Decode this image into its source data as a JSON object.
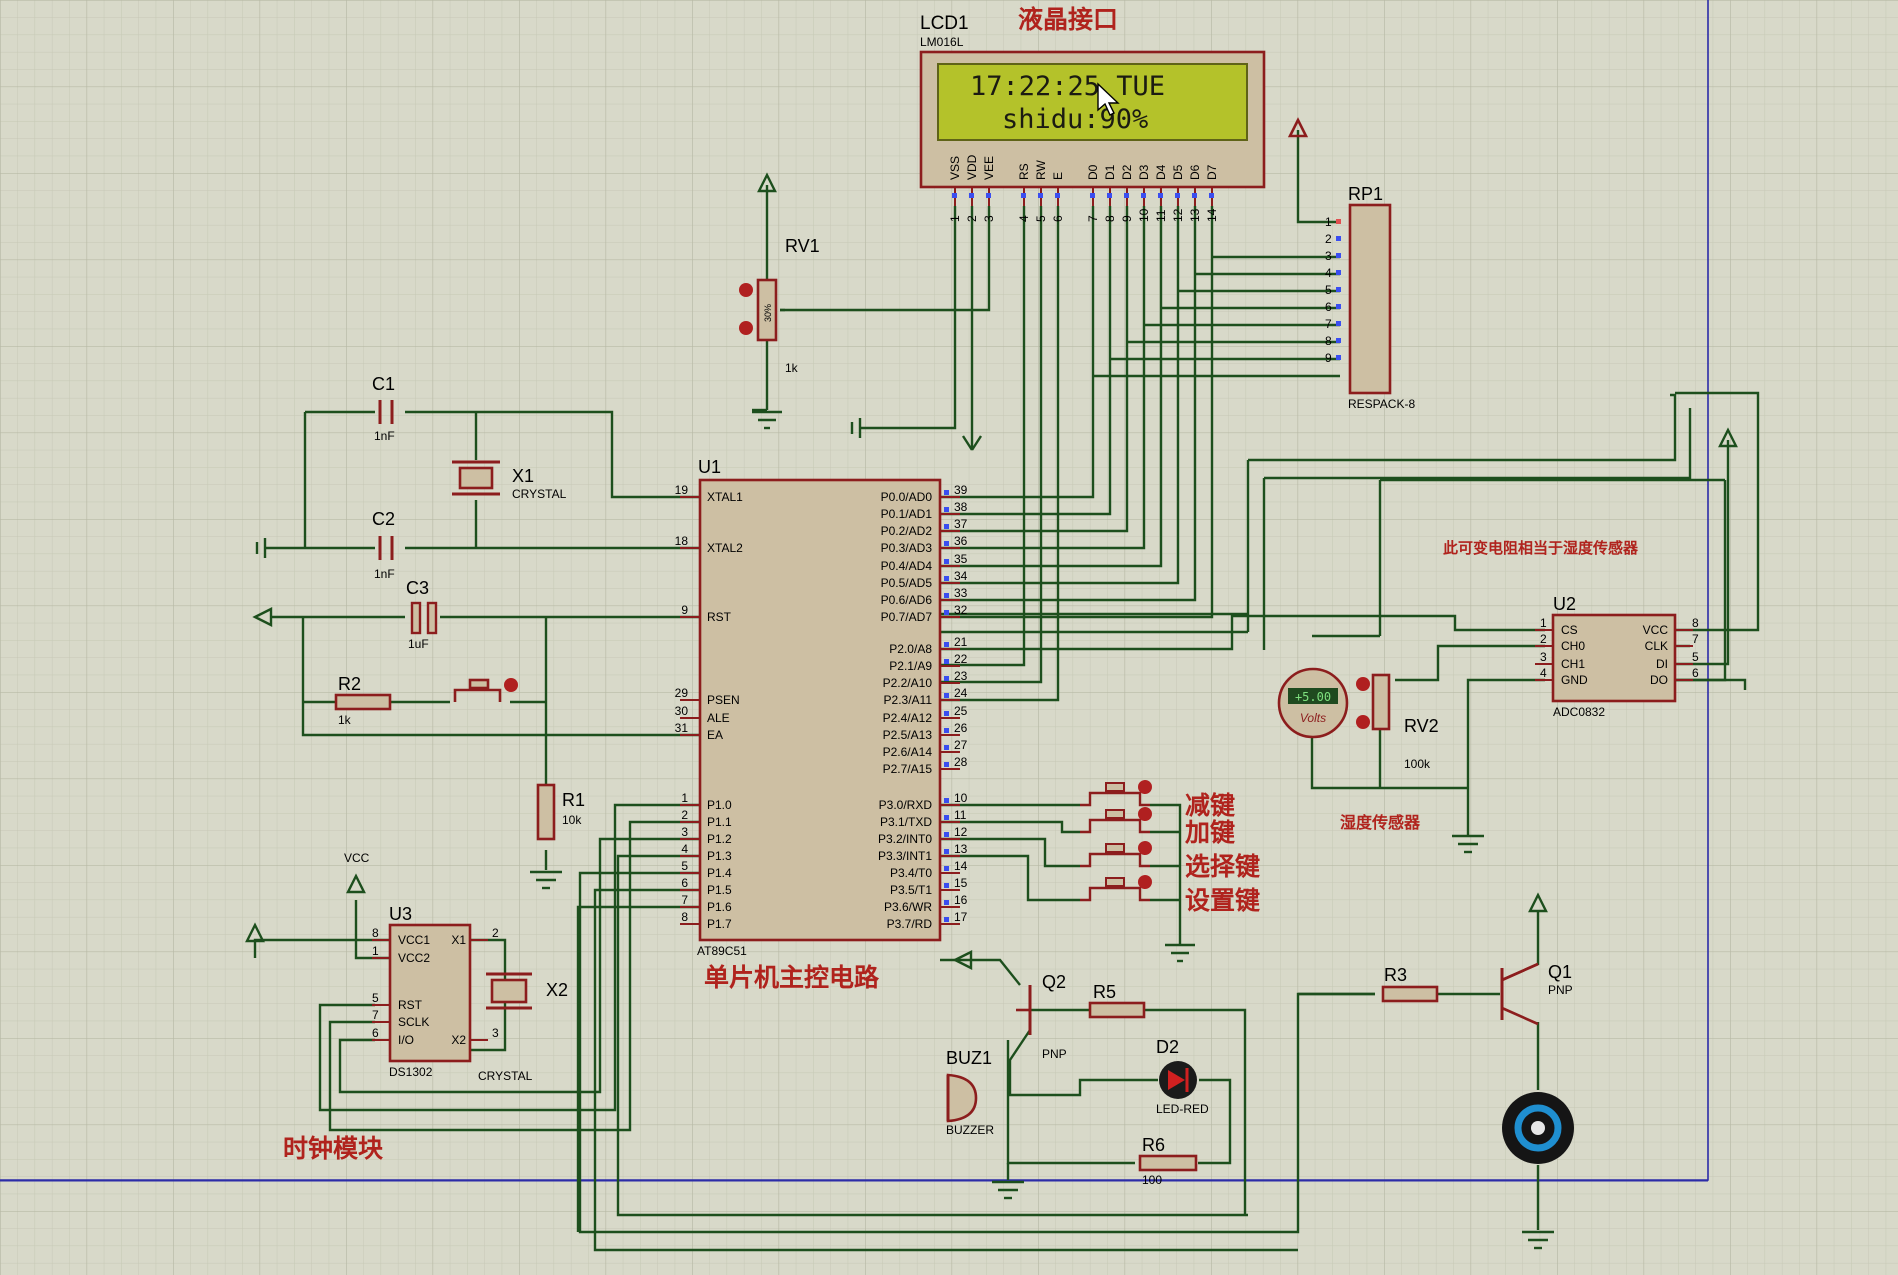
{
  "colors": {
    "background": "#d8d9c9",
    "grid": "#c4c6b2",
    "wire": "#1d4f1d",
    "part_outline": "#8c1d1d",
    "part_fill": "#cdbfa3",
    "label_red": "#b0231d",
    "lcd_screen": "#b4c22a",
    "border_blue": "#2c2ca8"
  },
  "lcd": {
    "ref": "LCD1",
    "model": "LM016L",
    "title": "液晶接口",
    "line1": "17:22:25   TUE",
    "line2": "shidu:90%",
    "pins": [
      "VSS",
      "VDD",
      "VEE",
      "RS",
      "RW",
      "E",
      "D0",
      "D1",
      "D2",
      "D3",
      "D4",
      "D5",
      "D6",
      "D7"
    ],
    "pin_numbers": [
      "1",
      "2",
      "3",
      "4",
      "5",
      "6",
      "7",
      "8",
      "9",
      "10",
      "11",
      "12",
      "13",
      "14"
    ]
  },
  "rv1": {
    "ref": "RV1",
    "value": "1k",
    "percent": "30%"
  },
  "rp1": {
    "ref": "RP1",
    "model": "RESPACK-8",
    "pins": [
      "1",
      "2",
      "3",
      "4",
      "5",
      "6",
      "7",
      "8",
      "9"
    ]
  },
  "c1": {
    "ref": "C1",
    "value": "1nF"
  },
  "c2": {
    "ref": "C2",
    "value": "1nF"
  },
  "c3": {
    "ref": "C3",
    "value": "1uF"
  },
  "x1": {
    "ref": "X1",
    "model": "CRYSTAL"
  },
  "r1": {
    "ref": "R1",
    "value": "10k"
  },
  "r2": {
    "ref": "R2",
    "value": "1k"
  },
  "u1": {
    "ref": "U1",
    "model": "AT89C51",
    "title": "单片机主控电路",
    "left_pins": [
      {
        "num": "19",
        "name": "XTAL1"
      },
      {
        "num": "18",
        "name": "XTAL2"
      },
      {
        "num": "9",
        "name": "RST"
      },
      {
        "num": "29",
        "name": "PSEN"
      },
      {
        "num": "30",
        "name": "ALE"
      },
      {
        "num": "31",
        "name": "EA"
      },
      {
        "num": "1",
        "name": "P1.0"
      },
      {
        "num": "2",
        "name": "P1.1"
      },
      {
        "num": "3",
        "name": "P1.2"
      },
      {
        "num": "4",
        "name": "P1.3"
      },
      {
        "num": "5",
        "name": "P1.4"
      },
      {
        "num": "6",
        "name": "P1.5"
      },
      {
        "num": "7",
        "name": "P1.6"
      },
      {
        "num": "8",
        "name": "P1.7"
      }
    ],
    "right_pins": [
      {
        "num": "39",
        "name": "P0.0/AD0"
      },
      {
        "num": "38",
        "name": "P0.1/AD1"
      },
      {
        "num": "37",
        "name": "P0.2/AD2"
      },
      {
        "num": "36",
        "name": "P0.3/AD3"
      },
      {
        "num": "35",
        "name": "P0.4/AD4"
      },
      {
        "num": "34",
        "name": "P0.5/AD5"
      },
      {
        "num": "33",
        "name": "P0.6/AD6"
      },
      {
        "num": "32",
        "name": "P0.7/AD7"
      },
      {
        "num": "21",
        "name": "P2.0/A8"
      },
      {
        "num": "22",
        "name": "P2.1/A9"
      },
      {
        "num": "23",
        "name": "P2.2/A10"
      },
      {
        "num": "24",
        "name": "P2.3/A11"
      },
      {
        "num": "25",
        "name": "P2.4/A12"
      },
      {
        "num": "26",
        "name": "P2.5/A13"
      },
      {
        "num": "27",
        "name": "P2.6/A14"
      },
      {
        "num": "28",
        "name": "P2.7/A15"
      },
      {
        "num": "10",
        "name": "P3.0/RXD"
      },
      {
        "num": "11",
        "name": "P3.1/TXD"
      },
      {
        "num": "12",
        "name": "P3.2/INT0"
      },
      {
        "num": "13",
        "name": "P3.3/INT1"
      },
      {
        "num": "14",
        "name": "P3.4/T0"
      },
      {
        "num": "15",
        "name": "P3.5/T1"
      },
      {
        "num": "16",
        "name": "P3.6/WR"
      },
      {
        "num": "17",
        "name": "P3.7/RD"
      }
    ]
  },
  "buttons": [
    "减键",
    "加键",
    "选择键",
    "设置键"
  ],
  "u2": {
    "ref": "U2",
    "model": "ADC0832",
    "pins_left": [
      {
        "num": "1",
        "name": "CS"
      },
      {
        "num": "2",
        "name": "CH0"
      },
      {
        "num": "3",
        "name": "CH1"
      },
      {
        "num": "4",
        "name": "GND"
      }
    ],
    "pins_right": [
      {
        "num": "8",
        "name": "VCC"
      },
      {
        "num": "7",
        "name": "CLK"
      },
      {
        "num": "5",
        "name": "DI"
      },
      {
        "num": "6",
        "name": "DO"
      }
    ]
  },
  "sensor_note": "此可变电阻相当于湿度传感器",
  "rv2": {
    "ref": "RV2",
    "value": "100k",
    "caption": "湿度传感器"
  },
  "voltmeter": {
    "reading": "+5.00",
    "unit": "Volts"
  },
  "u3": {
    "ref": "U3",
    "model": "DS1302",
    "vcc_label": "VCC",
    "title": "时钟模块",
    "pins_left": [
      {
        "num": "8",
        "name": "VCC1"
      },
      {
        "num": "1",
        "name": "VCC2"
      },
      {
        "num": "5",
        "name": "RST"
      },
      {
        "num": "7",
        "name": "SCLK"
      },
      {
        "num": "6",
        "name": "I/O"
      }
    ],
    "pins_right": [
      {
        "num": "2",
        "name": "X1"
      },
      {
        "num": "3",
        "name": "X2"
      }
    ]
  },
  "x2": {
    "ref": "X2",
    "model": "CRYSTAL"
  },
  "q2": {
    "ref": "Q2",
    "type": "PNP"
  },
  "q1": {
    "ref": "Q1",
    "type": "PNP"
  },
  "r5": {
    "ref": "R5"
  },
  "r3": {
    "ref": "R3"
  },
  "r6": {
    "ref": "R6",
    "value": "100"
  },
  "d2": {
    "ref": "D2",
    "model": "LED-RED"
  },
  "buz1": {
    "ref": "BUZ1",
    "model": "BUZZER"
  }
}
